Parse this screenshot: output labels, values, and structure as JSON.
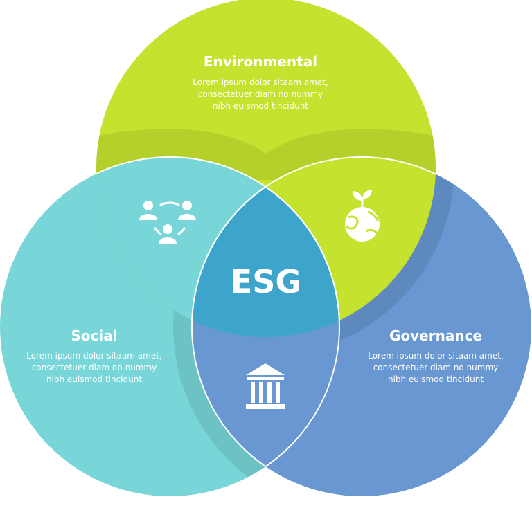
{
  "center": {
    "label": "ESG"
  },
  "sets": [
    {
      "title": "Environmental",
      "lines": [
        "Lorem ipsum dolor sitaam amet,",
        "consectetuer diam no nummy",
        "nibh euismod tincidunt"
      ],
      "color": "#c5e22f"
    },
    {
      "title": "Social",
      "lines": [
        "Lorem ipsum dolor sitaam amet,",
        "consectetuer diam no nummy",
        "nibh euismod tincidunt"
      ],
      "color": "#78d6d8"
    },
    {
      "title": "Governance",
      "lines": [
        "Lorem ipsum dolor sitaam amet,",
        "consectetuer diam no nummy",
        "nibh euismod tincidunt"
      ],
      "color": "#6897d1"
    }
  ],
  "overlap_colors": {
    "environmental_social": "#78d6d8",
    "environmental_governance": "#c5e22f",
    "social_governance": "#6897d1",
    "all_three": "#3da5cb"
  },
  "icons": {
    "environmental_social": "people-network-icon",
    "environmental_governance": "plant-globe-icon",
    "social_governance": "bank-building-icon"
  }
}
